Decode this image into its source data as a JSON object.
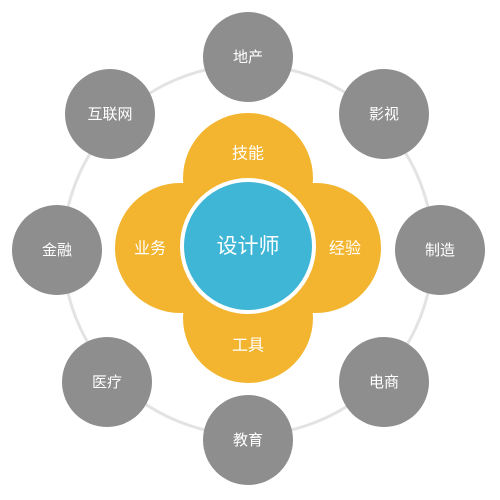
{
  "diagram": {
    "center": {
      "label": "设计师",
      "color": "#3fb6d6",
      "border": "#ffffff",
      "text_color": "#ffffff"
    },
    "petals": {
      "color": "#f3b52f",
      "text_color": "#ffffff",
      "items": [
        {
          "label": "技能"
        },
        {
          "label": "经验"
        },
        {
          "label": "工具"
        },
        {
          "label": "业务"
        }
      ]
    },
    "ring_color": "#e3e3e3",
    "outer": {
      "color": "#8e8e8e",
      "text_color": "#ffffff",
      "items": [
        {
          "label": "地产"
        },
        {
          "label": "影视"
        },
        {
          "label": "制造"
        },
        {
          "label": "电商"
        },
        {
          "label": "教育"
        },
        {
          "label": "医疗"
        },
        {
          "label": "金融"
        },
        {
          "label": "互联网"
        }
      ]
    }
  }
}
